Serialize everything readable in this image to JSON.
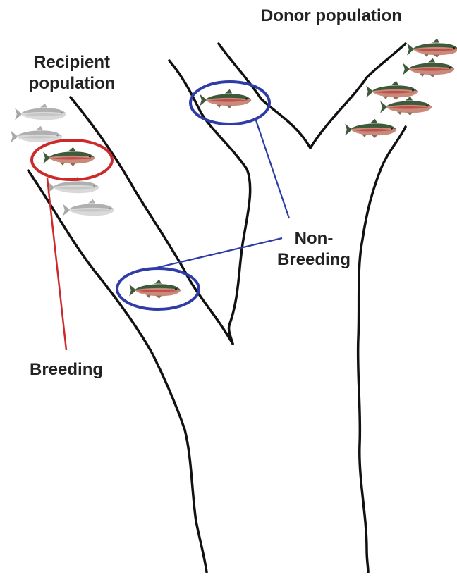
{
  "labels": {
    "donor": "Donor population",
    "recipient_line1": "Recipient",
    "recipient_line2": "population",
    "non_breeding_line1": "Non-",
    "non_breeding_line2": "Breeding",
    "breeding": "Breeding"
  },
  "colors": {
    "river": "#111111",
    "breeding_highlight": "#cc2a2a",
    "non_breeding_highlight": "#2e3ca8",
    "trout_body": "#c98a7a",
    "trout_back": "#3d5a3a",
    "trout_stripe": "#c0504d",
    "faded_trout": "#bdbdbd"
  },
  "icons": {
    "fish": "rainbow-trout-icon",
    "faded_fish": "faded-trout-icon"
  }
}
